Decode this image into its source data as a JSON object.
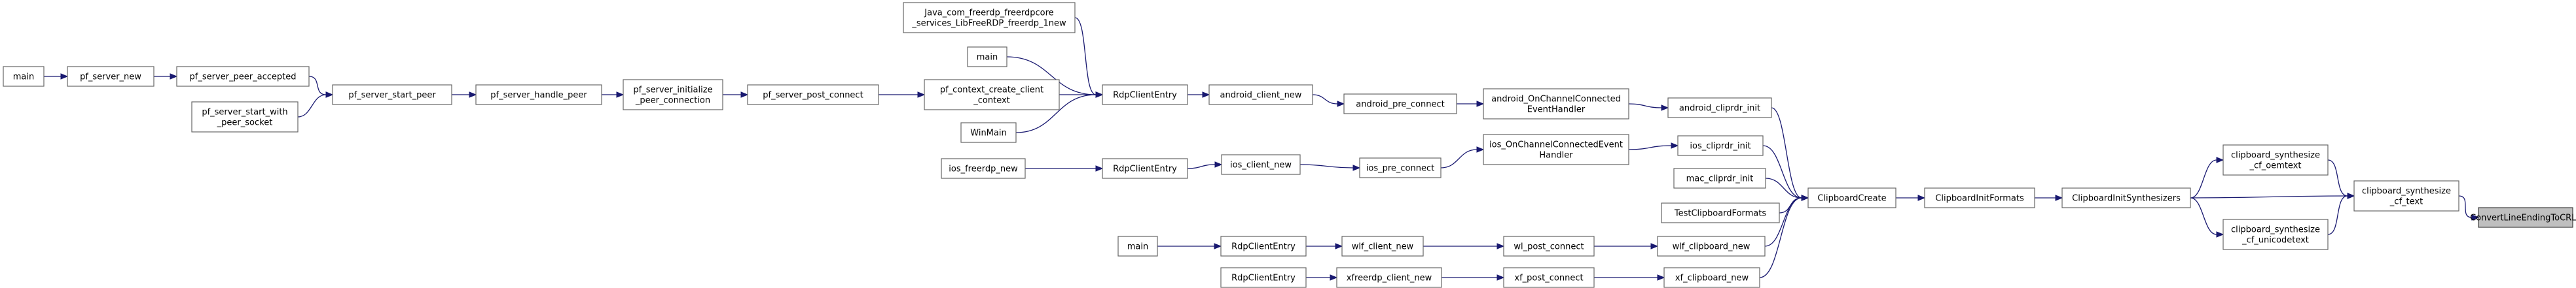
{
  "graph": {
    "nodes": [
      {
        "id": "n_main1",
        "lines": [
          "main"
        ]
      },
      {
        "id": "n_pf_server_new",
        "lines": [
          "pf_server_new"
        ]
      },
      {
        "id": "n_pf_server_peer_accepted",
        "lines": [
          "pf_server_peer_accepted"
        ]
      },
      {
        "id": "n_pf_server_start_with_peer_socket",
        "lines": [
          "pf_server_start_with",
          "_peer_socket"
        ]
      },
      {
        "id": "n_pf_server_start_peer",
        "lines": [
          "pf_server_start_peer"
        ]
      },
      {
        "id": "n_pf_server_handle_peer",
        "lines": [
          "pf_server_handle_peer"
        ]
      },
      {
        "id": "n_pf_server_initialize_peer_connection",
        "lines": [
          "pf_server_initialize",
          "_peer_connection"
        ]
      },
      {
        "id": "n_pf_server_post_connect",
        "lines": [
          "pf_server_post_connect"
        ]
      },
      {
        "id": "n_pf_context_create_client_context",
        "lines": [
          "pf_context_create_client",
          "_context"
        ]
      },
      {
        "id": "n_java_freerdp",
        "lines": [
          "Java_com_freerdp_freerdpcore",
          "_services_LibFreeRDP_freerdp_1new"
        ]
      },
      {
        "id": "n_main2",
        "lines": [
          "main"
        ]
      },
      {
        "id": "n_winmain",
        "lines": [
          "WinMain"
        ]
      },
      {
        "id": "n_rdpclient1",
        "lines": [
          "RdpClientEntry"
        ]
      },
      {
        "id": "n_android_client_new",
        "lines": [
          "android_client_new"
        ]
      },
      {
        "id": "n_android_pre_connect",
        "lines": [
          "android_pre_connect"
        ]
      },
      {
        "id": "n_android_onchannel",
        "lines": [
          "android_OnChannelConnected",
          "EventHandler"
        ]
      },
      {
        "id": "n_android_cliprdr_init",
        "lines": [
          "android_cliprdr_init"
        ]
      },
      {
        "id": "n_ios_freerdp_new",
        "lines": [
          "ios_freerdp_new"
        ]
      },
      {
        "id": "n_rdpclient2",
        "lines": [
          "RdpClientEntry"
        ]
      },
      {
        "id": "n_ios_client_new",
        "lines": [
          "ios_client_new"
        ]
      },
      {
        "id": "n_ios_pre_connect",
        "lines": [
          "ios_pre_connect"
        ]
      },
      {
        "id": "n_ios_onchannel",
        "lines": [
          "ios_OnChannelConnectedEvent",
          "Handler"
        ]
      },
      {
        "id": "n_ios_cliprdr_init",
        "lines": [
          "ios_cliprdr_init"
        ]
      },
      {
        "id": "n_mac_cliprdr_init",
        "lines": [
          "mac_cliprdr_init"
        ]
      },
      {
        "id": "n_testclipboardformats",
        "lines": [
          "TestClipboardFormats"
        ]
      },
      {
        "id": "n_main3",
        "lines": [
          "main"
        ]
      },
      {
        "id": "n_rdpclient3",
        "lines": [
          "RdpClientEntry"
        ]
      },
      {
        "id": "n_wlf_client_new",
        "lines": [
          "wlf_client_new"
        ]
      },
      {
        "id": "n_wl_post_connect",
        "lines": [
          "wl_post_connect"
        ]
      },
      {
        "id": "n_wlf_clipboard_new",
        "lines": [
          "wlf_clipboard_new"
        ]
      },
      {
        "id": "n_rdpclient4",
        "lines": [
          "RdpClientEntry"
        ]
      },
      {
        "id": "n_xfreerdp_client_new",
        "lines": [
          "xfreerdp_client_new"
        ]
      },
      {
        "id": "n_xf_post_connect",
        "lines": [
          "xf_post_connect"
        ]
      },
      {
        "id": "n_xf_clipboard_new",
        "lines": [
          "xf_clipboard_new"
        ]
      },
      {
        "id": "n_clipboardcreate",
        "lines": [
          "ClipboardCreate"
        ]
      },
      {
        "id": "n_clipboardinitformats",
        "lines": [
          "ClipboardInitFormats"
        ]
      },
      {
        "id": "n_clipboardinitsynthesizers",
        "lines": [
          "ClipboardInitSynthesizers"
        ]
      },
      {
        "id": "n_synth_oemtext",
        "lines": [
          "clipboard_synthesize",
          "_cf_oemtext"
        ]
      },
      {
        "id": "n_synth_text",
        "lines": [
          "clipboard_synthesize",
          "_cf_text"
        ]
      },
      {
        "id": "n_synth_unicodetext",
        "lines": [
          "clipboard_synthesize",
          "_cf_unicodetext"
        ]
      },
      {
        "id": "n_convertlineending",
        "lines": [
          "ConvertLineEndingToCRLF"
        ]
      }
    ],
    "edges": [
      {
        "from": "n_main1",
        "to": "n_pf_server_new"
      },
      {
        "from": "n_pf_server_new",
        "to": "n_pf_server_peer_accepted"
      },
      {
        "from": "n_pf_server_peer_accepted",
        "to": "n_pf_server_start_peer"
      },
      {
        "from": "n_pf_server_start_with_peer_socket",
        "to": "n_pf_server_start_peer"
      },
      {
        "from": "n_pf_server_start_peer",
        "to": "n_pf_server_handle_peer"
      },
      {
        "from": "n_pf_server_handle_peer",
        "to": "n_pf_server_initialize_peer_connection"
      },
      {
        "from": "n_pf_server_initialize_peer_connection",
        "to": "n_pf_server_post_connect"
      },
      {
        "from": "n_pf_server_post_connect",
        "to": "n_pf_context_create_client_context"
      },
      {
        "from": "n_pf_context_create_client_context",
        "to": "n_rdpclient1"
      },
      {
        "from": "n_java_freerdp",
        "to": "n_rdpclient1"
      },
      {
        "from": "n_main2",
        "to": "n_rdpclient1"
      },
      {
        "from": "n_winmain",
        "to": "n_rdpclient1"
      },
      {
        "from": "n_rdpclient1",
        "to": "n_android_client_new"
      },
      {
        "from": "n_android_client_new",
        "to": "n_android_pre_connect"
      },
      {
        "from": "n_android_pre_connect",
        "to": "n_android_onchannel"
      },
      {
        "from": "n_android_onchannel",
        "to": "n_android_cliprdr_init"
      },
      {
        "from": "n_android_cliprdr_init",
        "to": "n_clipboardcreate"
      },
      {
        "from": "n_ios_freerdp_new",
        "to": "n_rdpclient2"
      },
      {
        "from": "n_rdpclient2",
        "to": "n_ios_client_new"
      },
      {
        "from": "n_ios_client_new",
        "to": "n_ios_pre_connect"
      },
      {
        "from": "n_ios_pre_connect",
        "to": "n_ios_onchannel"
      },
      {
        "from": "n_ios_onchannel",
        "to": "n_ios_cliprdr_init"
      },
      {
        "from": "n_ios_cliprdr_init",
        "to": "n_clipboardcreate"
      },
      {
        "from": "n_mac_cliprdr_init",
        "to": "n_clipboardcreate"
      },
      {
        "from": "n_testclipboardformats",
        "to": "n_clipboardcreate"
      },
      {
        "from": "n_main3",
        "to": "n_rdpclient3"
      },
      {
        "from": "n_rdpclient3",
        "to": "n_wlf_client_new"
      },
      {
        "from": "n_wlf_client_new",
        "to": "n_wl_post_connect"
      },
      {
        "from": "n_wl_post_connect",
        "to": "n_wlf_clipboard_new"
      },
      {
        "from": "n_wlf_clipboard_new",
        "to": "n_clipboardcreate"
      },
      {
        "from": "n_rdpclient4",
        "to": "n_xfreerdp_client_new"
      },
      {
        "from": "n_xfreerdp_client_new",
        "to": "n_xf_post_connect"
      },
      {
        "from": "n_xf_post_connect",
        "to": "n_xf_clipboard_new"
      },
      {
        "from": "n_xf_clipboard_new",
        "to": "n_clipboardcreate"
      },
      {
        "from": "n_clipboardcreate",
        "to": "n_clipboardinitformats"
      },
      {
        "from": "n_clipboardinitformats",
        "to": "n_clipboardinitsynthesizers"
      },
      {
        "from": "n_clipboardinitsynthesizers",
        "to": "n_synth_oemtext"
      },
      {
        "from": "n_clipboardinitsynthesizers",
        "to": "n_synth_text"
      },
      {
        "from": "n_clipboardinitsynthesizers",
        "to": "n_synth_unicodetext"
      },
      {
        "from": "n_synth_oemtext",
        "to": "n_synth_text"
      },
      {
        "from": "n_synth_unicodetext",
        "to": "n_synth_text"
      },
      {
        "from": "n_synth_text",
        "to": "n_convertlineending"
      }
    ],
    "root": "n_convertlineending"
  }
}
